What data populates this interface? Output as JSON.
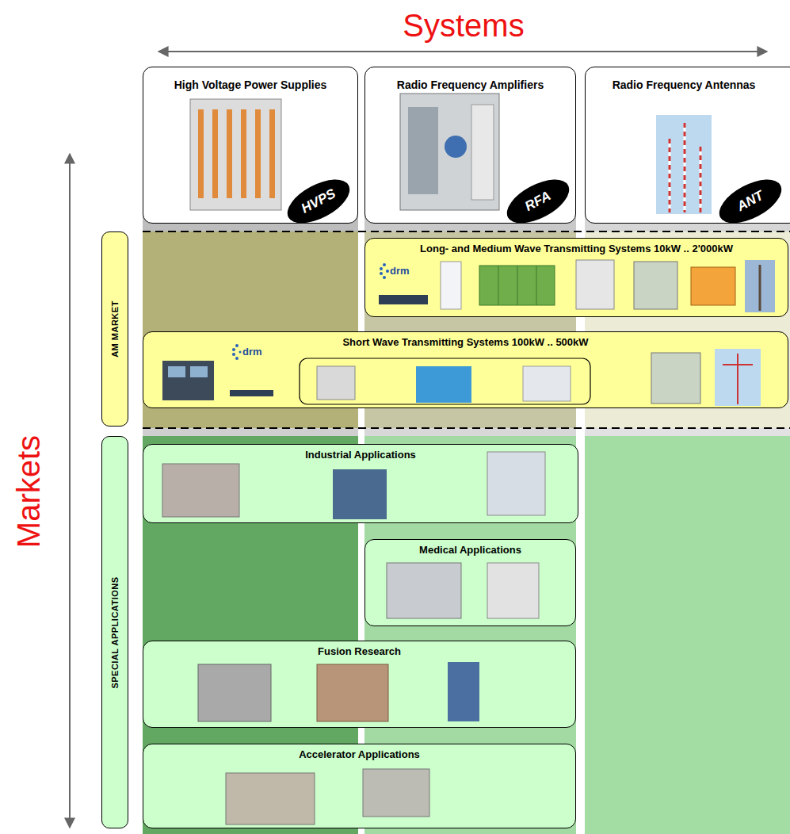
{
  "diagram": {
    "title": "Systems",
    "nodes": [
      {
        "text": [
          "High Voltage Power Supplies"
        ]
      },
      {
        "text": [
          "HVPS"
        ],
        "in": 0
      },
      {
        "text": [
          "Radio Frequency Amplifiers"
        ]
      },
      {
        "text": [
          "RFA"
        ],
        "in": 2
      },
      {
        "text": [
          "Radio Frequency Antennas"
        ]
      },
      {
        "text": [
          "ANT"
        ],
        "in": 4
      },
      {
        "text": [
          "AM MARKET"
        ]
      },
      {
        "text": [
          "Long- and Medium Wave Transmitting Systems 10kW .. 2'000kW"
        ]
      },
      {
        "text": [
          "Short Wave Transmitting Systems 100kW .. 500kW"
        ]
      },
      {
        "text": [
          "SPECIAL APPLICATIONS"
        ]
      },
      {
        "text": [
          "Industrial Applications"
        ]
      },
      {
        "text": [
          "Medical Applications"
        ]
      },
      {
        "text": [
          "Fusion Research"
        ]
      },
      {
        "text": [
          "Accelerator Applications"
        ]
      }
    ],
    "labels": [
      "Markets",
      "drm",
      "drm"
    ]
  }
}
